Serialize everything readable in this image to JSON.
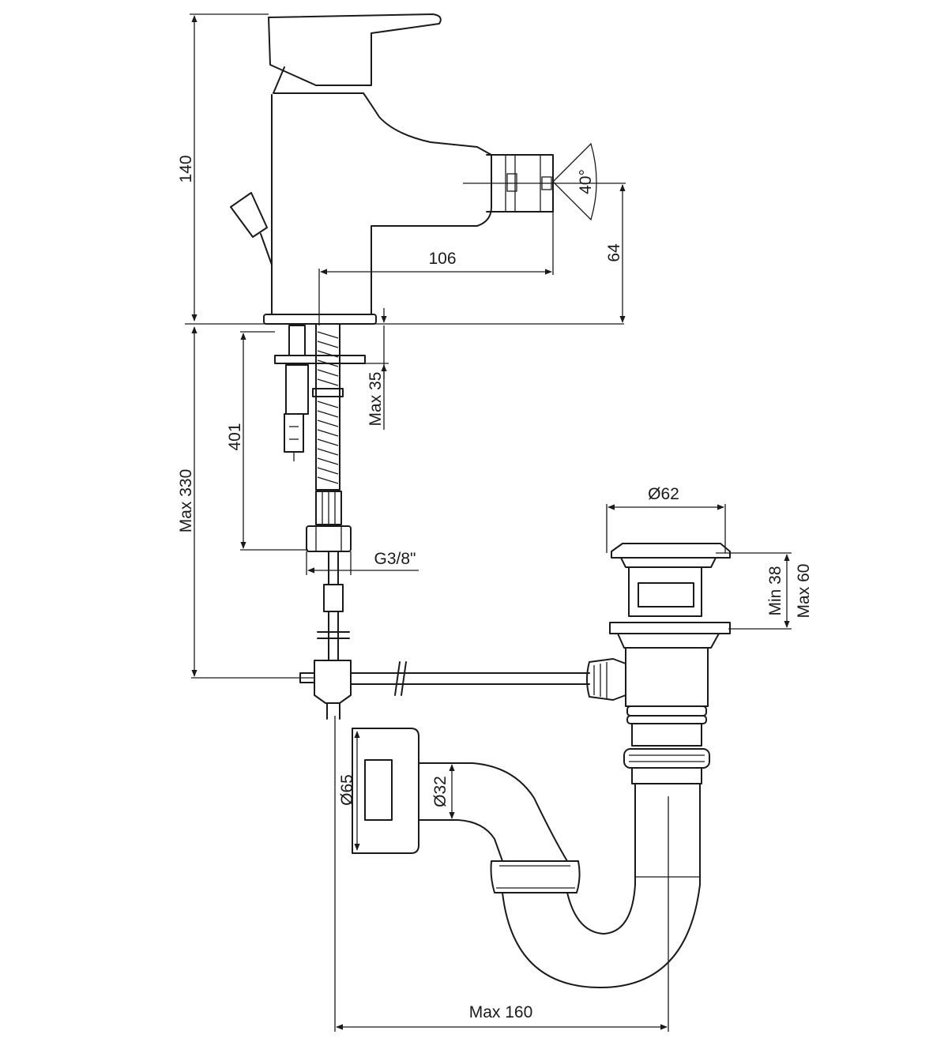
{
  "dimensions": {
    "height_140": "140",
    "reach_106": "106",
    "spray_angle": "40°",
    "height_64": "64",
    "max_35": "Max 35",
    "hose_401": "401",
    "max_330": "Max 330",
    "thread": "G3/8\"",
    "waste_diameter": "Ø62",
    "min_38": "Min 38",
    "max_60": "Max 60",
    "trap_flange": "Ø65",
    "trap_pipe": "Ø32",
    "max_160": "Max 160"
  }
}
